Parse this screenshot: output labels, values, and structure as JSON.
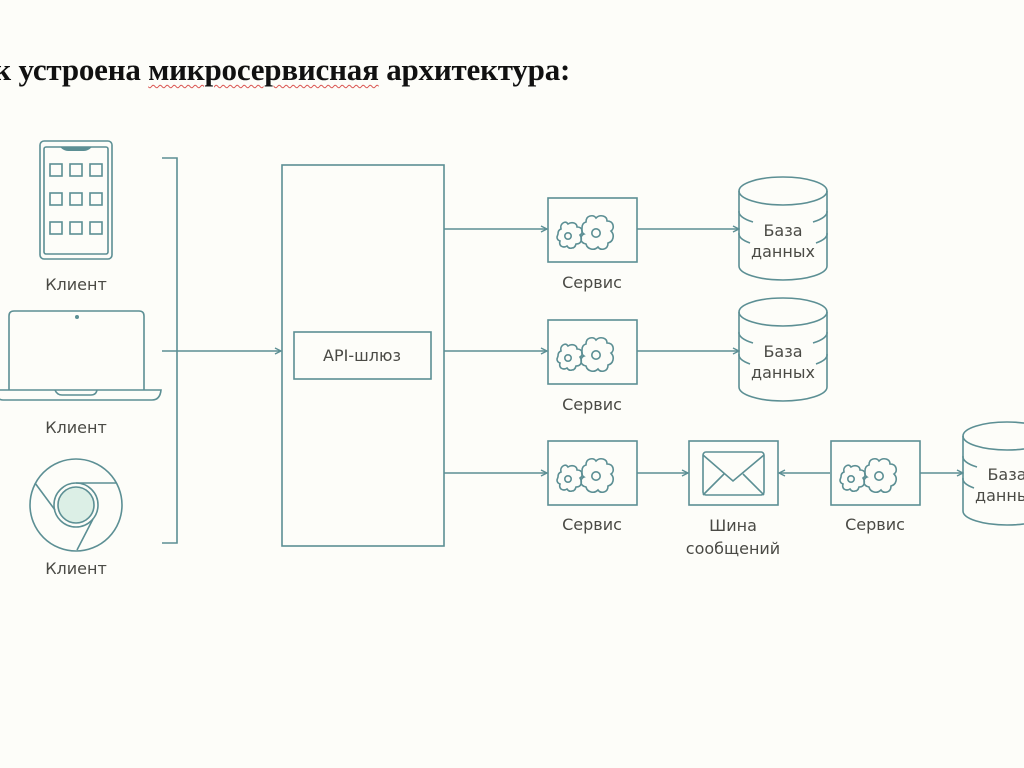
{
  "title": {
    "prefix": "ак устроена ",
    "misspelled_word": "микросервисная",
    "suffix": " архитектура:"
  },
  "colors": {
    "stroke": "#5c8f94",
    "fill_light": "#dcefe6",
    "text": "#4a4a45",
    "background": "#fdfdf9",
    "spellcheck": "#d9534f"
  },
  "clients": [
    {
      "icon": "tablet-icon",
      "label": "Клиент"
    },
    {
      "icon": "laptop-icon",
      "label": "Клиент"
    },
    {
      "icon": "browser-chrome-icon",
      "label": "Клиент"
    }
  ],
  "gateway": {
    "label": "API-шлюз"
  },
  "services": [
    {
      "label": "Сервис",
      "db": {
        "line1": "База",
        "line2": "данных"
      }
    },
    {
      "label": "Сервис",
      "db": {
        "line1": "База",
        "line2": "данных"
      }
    },
    {
      "label": "Сервис"
    }
  ],
  "message_bus": {
    "line1": "Шина",
    "line2": "сообщений"
  },
  "consumer_service": {
    "label": "Сервис",
    "db": {
      "line1": "База",
      "line2": "данных"
    }
  }
}
